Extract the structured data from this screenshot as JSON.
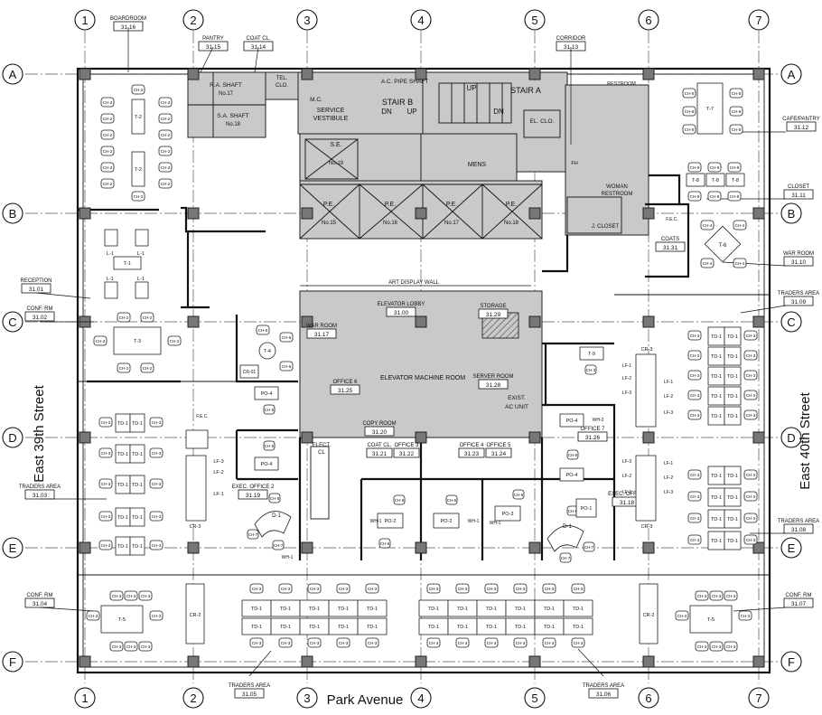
{
  "grid": {
    "columns": [
      "1",
      "2",
      "3",
      "4",
      "5",
      "6",
      "7"
    ],
    "rows": [
      "A",
      "B",
      "C",
      "D",
      "E",
      "F"
    ]
  },
  "streets": {
    "west": "East 39th Street",
    "east": "East 40th Street",
    "south": "Park Avenue"
  },
  "rooms": [
    {
      "name": "BOARDROOM",
      "number": "31.16"
    },
    {
      "name": "PANTRY",
      "number": "31.15"
    },
    {
      "name": "COAT CL.",
      "number": "31.14"
    },
    {
      "name": "CORRIDOR",
      "number": "31.13"
    },
    {
      "name": "CAFE/PANTRY",
      "number": "31.12"
    },
    {
      "name": "CLOSET",
      "number": "31.11"
    },
    {
      "name": "WAR ROOM",
      "number": "31.10"
    },
    {
      "name": "TRADERS AREA",
      "number": "31.09"
    },
    {
      "name": "RECEPTION",
      "number": "31.01"
    },
    {
      "name": "CONF. RM",
      "number": "31.02"
    },
    {
      "name": "TRADERS AREA",
      "number": "31.03"
    },
    {
      "name": "CONF. RM",
      "number": "31.04"
    },
    {
      "name": "TRADERS AREA",
      "number": "31.05"
    },
    {
      "name": "TRADERS AREA",
      "number": "31.06"
    },
    {
      "name": "CONF. RM",
      "number": "31.07"
    },
    {
      "name": "TRADERS AREA",
      "number": "31.08"
    },
    {
      "name": "WAR ROOM",
      "number": "31.17"
    },
    {
      "name": "ELEVATOR LOBBY",
      "number": "31.00"
    },
    {
      "name": "STORAGE",
      "number": "31.29"
    },
    {
      "name": "OFFICE 6",
      "number": "31.25"
    },
    {
      "name": "SERVER ROOM",
      "number": "31.28"
    },
    {
      "name": "COPY ROOM",
      "number": "31.20"
    },
    {
      "name": "COAT CL.",
      "number": "31.21"
    },
    {
      "name": "OFFICE 3",
      "number": "31.22"
    },
    {
      "name": "OFFICE 4",
      "number": "31.23"
    },
    {
      "name": "OFFICE 5",
      "number": "31.24"
    },
    {
      "name": "OFFICE 7",
      "number": "31.26"
    },
    {
      "name": "EXEC. OFFICE 2",
      "number": "31.19"
    },
    {
      "name": "EXEC. OFFICE",
      "number": "31.18"
    },
    {
      "name": "COATS",
      "number": "31.31"
    }
  ],
  "core_labels": {
    "ra_shaft": "R.A. SHAFT No.17",
    "sa_shaft": "S.A. SHAFT No.18",
    "tel": "TEL. CLO.",
    "mc": "M.C.",
    "service": "SERVICE VESTIBULE",
    "ac_pipe": "A.C. PIPE SHAFT",
    "stair_b": "STAIR B",
    "stair_a": "STAIR A",
    "up": "UP",
    "dn": "DN",
    "el_clo": "EL. CLO.",
    "se": "S.E. No.19",
    "mens": "MENS",
    "restroom": "RESTROOM",
    "woman": "WOMAN RESTROOM",
    "jcloset": "J. CLOSET",
    "fh": "FH",
    "fec": "F.E.C.",
    "pe": [
      "P.E. No.15",
      "P.E. No.16",
      "P.E. No.17",
      "P.E. No.18"
    ],
    "art": "ART DISPLAY WALL",
    "emr": "ELEVATOR MACHINE ROOM",
    "exist": "EXIST. AC UNIT",
    "elect": "ELECT. CL"
  },
  "furniture_tags": {
    "boardroom_table": "T-2",
    "reception_table": "T-1",
    "conf_table": "T-3",
    "conf_table_south": "T-5",
    "cafe_table": "T-7",
    "war_table": "T-6",
    "war_round": "T-4",
    "closet_tables": [
      "T-8",
      "T-8",
      "T-8"
    ],
    "t9": "T-9",
    "chair": "CH-2",
    "chair3": "CH-3",
    "chair8": "CH-8",
    "chair9": "CH-9",
    "chair4": "CH-4",
    "chair5": "CH-5",
    "chair6": "CH-6",
    "chair7": "CH-7",
    "desk": "TD-1",
    "lounge": "L-1",
    "credenza": "CR-2",
    "credenza3": "CR-3",
    "cr01": "CR-01",
    "lf1": "LF-1",
    "lf2": "LF-2",
    "lf3": "LF-3",
    "po4": "PO-4",
    "po1": "PO-1",
    "po2": "PO-2",
    "po3": "PO-3",
    "d1": "D-1",
    "wh1": "WH-1",
    "wh2": "WH-2"
  }
}
